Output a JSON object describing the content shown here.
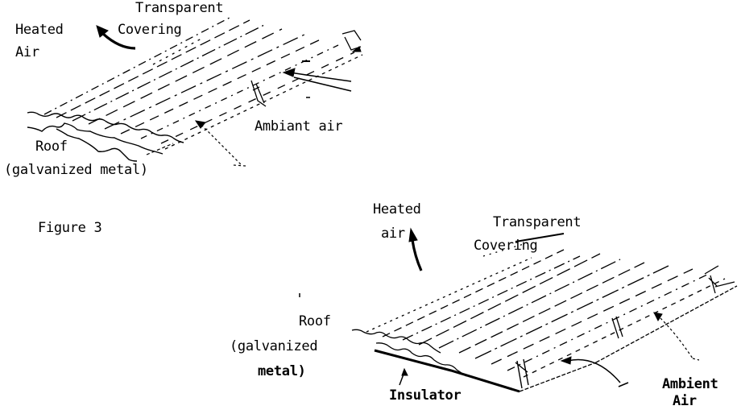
{
  "figure": {
    "caption": "Figure 3",
    "ink_color": "#000000",
    "background_color": "#ffffff"
  },
  "top_diagram": {
    "labels": {
      "heated_air_line1": "Heated",
      "heated_air_line2": "Air",
      "transparent_covering_line1": "Transparent",
      "transparent_covering_line2": "Covering",
      "ambient_air": "Ambiant air",
      "roof_line1": "Roof",
      "roof_line2": "(galvanized metal)"
    },
    "icons": [
      "heated-air-arrow-icon",
      "ambient-air-arrow-icon",
      "airflow-arrow-icon"
    ]
  },
  "bottom_diagram": {
    "labels": {
      "heated_air_line1": "Heated",
      "heated_air_line2": "air",
      "transparent_covering_line1": "Transparent",
      "transparent_covering_line2": "Covering",
      "roof_line1": "Roof",
      "roof_line2": "(galvanized",
      "roof_line3": "metal)",
      "insulator": "Insulator",
      "ambient_air_line1": "Ambient",
      "ambient_air_line2": "Air"
    },
    "icons": [
      "heated-air-arrow-icon",
      "ambient-air-arrow-icon",
      "airflow-arrow-icon",
      "insulator-pointer-icon"
    ]
  }
}
